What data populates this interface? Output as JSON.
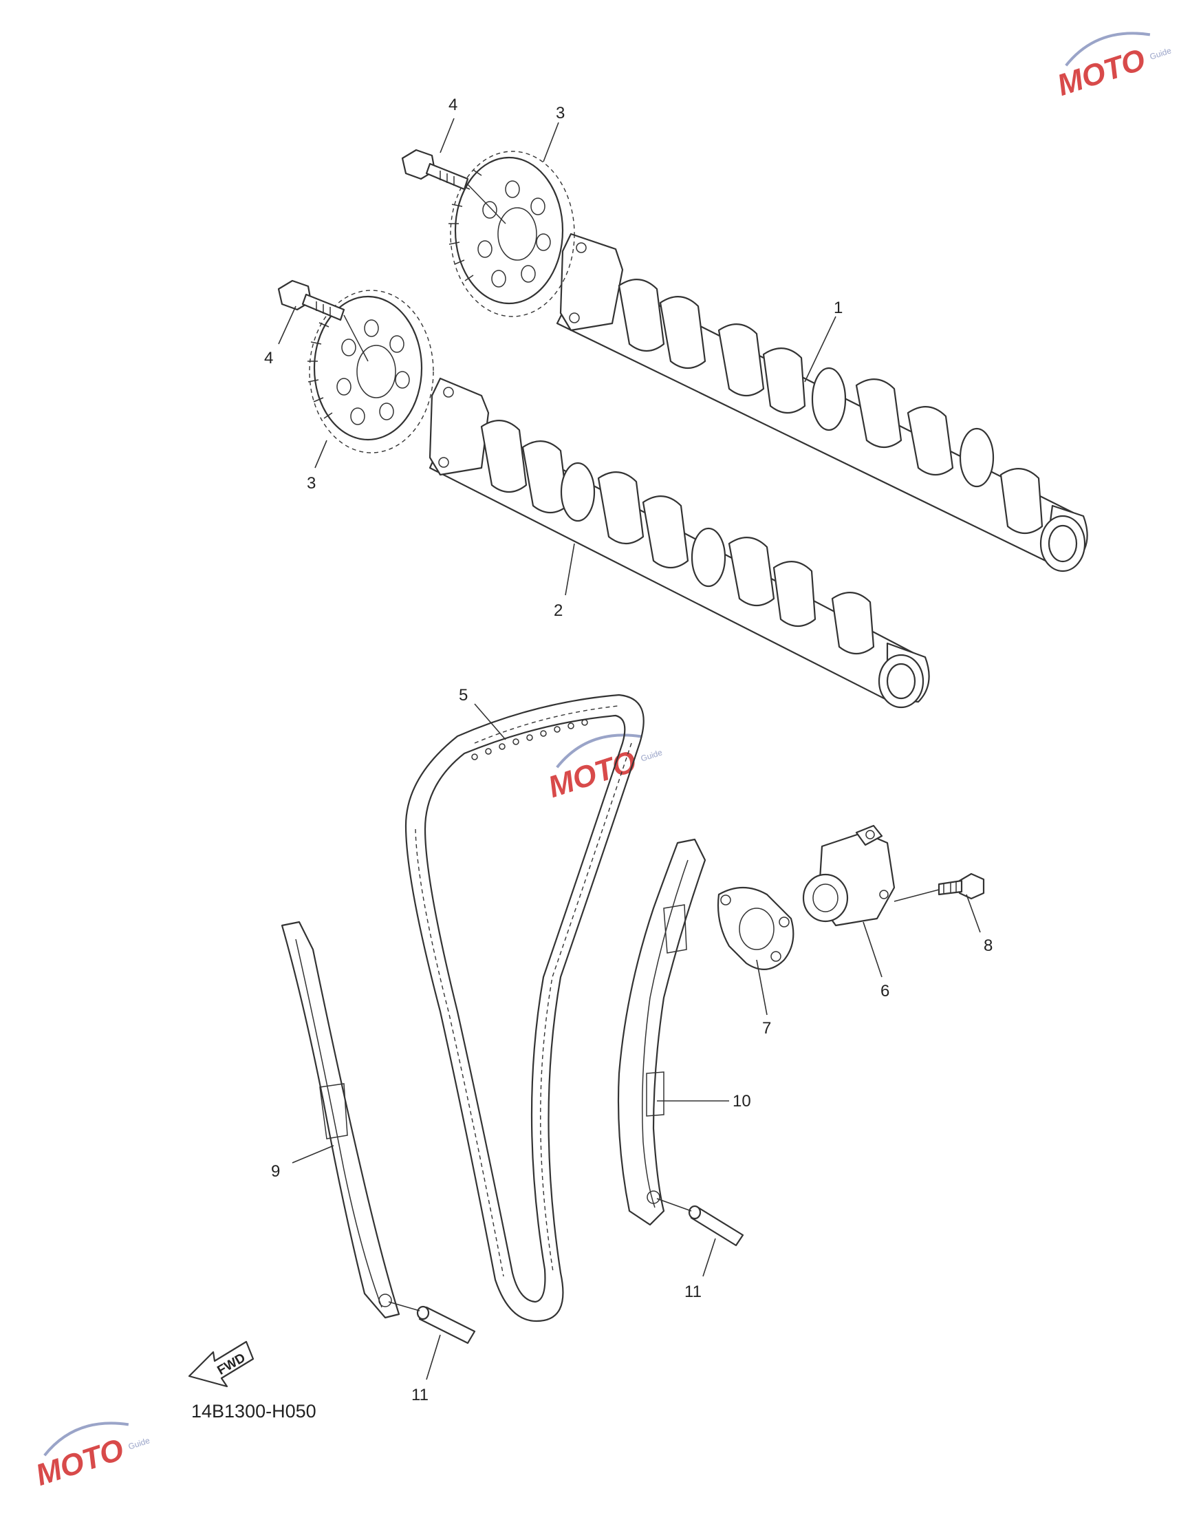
{
  "diagram": {
    "code": "14B1300-H050",
    "fwd_label": "FWD"
  },
  "labels": {
    "p1": "1",
    "p2": "2",
    "p3a": "3",
    "p3b": "3",
    "p4a": "4",
    "p4b": "4",
    "p5": "5",
    "p6": "6",
    "p7": "7",
    "p8": "8",
    "p9": "9",
    "p10": "10",
    "p11a": "11",
    "p11b": "11"
  },
  "watermark": {
    "brand": "MOTO",
    "sub": "Guide"
  },
  "colors": {
    "line": "#333333",
    "watermark_red": "#d84a4a",
    "watermark_blue": "#9aa4c8"
  }
}
